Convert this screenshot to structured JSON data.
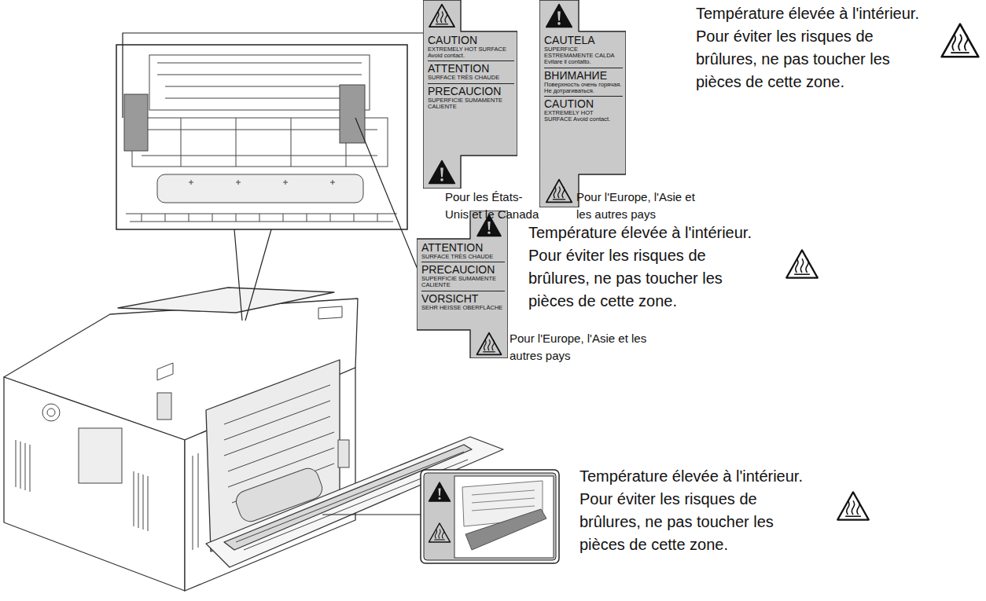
{
  "diagram": {
    "nodes": [
      {
        "text": [
          "CAUTION",
          "EXTREMELY HOT SURFACE Avoid contact.",
          "ATTENTION",
          "SURFACE TRÈS CHAUDE",
          "PRECAUCION",
          "SUPERFICIE SUMAMENTE CALIENTE"
        ]
      },
      {
        "text": [
          "CAUTELA",
          "SUPERFICE ESTREMAMENTE CALDA Evitare il contatto.",
          "ВНИМАНИЕ",
          "Поверхность очень горячая. Не дотрагиваться.",
          "CAUTION",
          "EXTREMELY HOT SURFACE Avoid contact."
        ]
      },
      {
        "text": [
          "ATTENTION",
          "SURFACE TRÈS CHAUDE",
          "PRECAUCION",
          "SUPERFICIE SUMAMENTE CALIENTE",
          "VORSICHT",
          "SEHR HEISSE OBERFLÄCHE"
        ]
      }
    ],
    "labels": [
      "Pour les États-Unis et le Canada",
      "Pour l'Europe, l'Asie et les autres pays",
      "Température élevée à l'intérieur. Pour éviter les risques de brûlures, ne pas toucher les pièces de cette zone.",
      "Température élevée à l'intérieur. Pour éviter les risques de brûlures, ne pas toucher les pièces de cette zone.",
      "Pour l'Europe, l'Asie et les autres pays",
      "Température élevée à l'intérieur. Pour éviter les risques de brûlures, ne pas toucher les pièces de cette zone."
    ]
  }
}
